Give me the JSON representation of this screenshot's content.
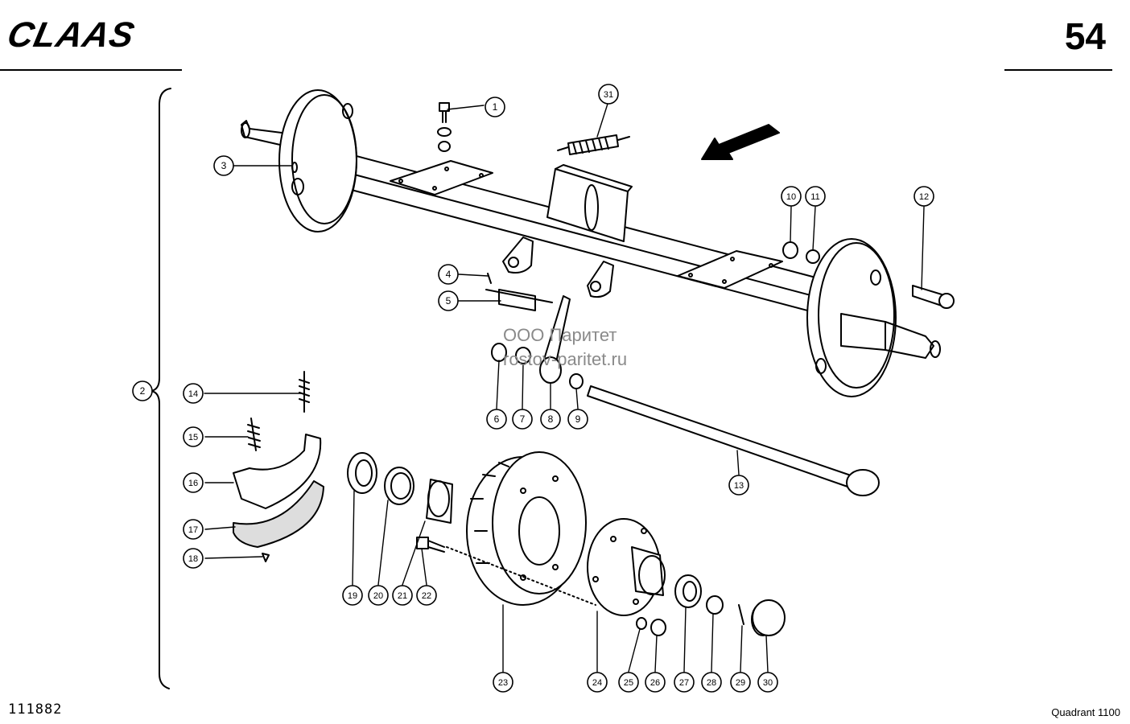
{
  "header": {
    "logo_text": "CLAAS",
    "page_number": "54"
  },
  "footer": {
    "drawing_number": "111882",
    "model": "Quadrant 1100"
  },
  "watermark": {
    "line1": "ООО Паритет",
    "line2": "rostov-paritet.ru"
  },
  "callouts": [
    "1",
    "2",
    "3",
    "4",
    "5",
    "6",
    "7",
    "8",
    "9",
    "10",
    "11",
    "12",
    "13",
    "14",
    "15",
    "16",
    "17",
    "18",
    "19",
    "20",
    "21",
    "22",
    "23",
    "24",
    "25",
    "26",
    "27",
    "28",
    "29",
    "30",
    "31"
  ]
}
